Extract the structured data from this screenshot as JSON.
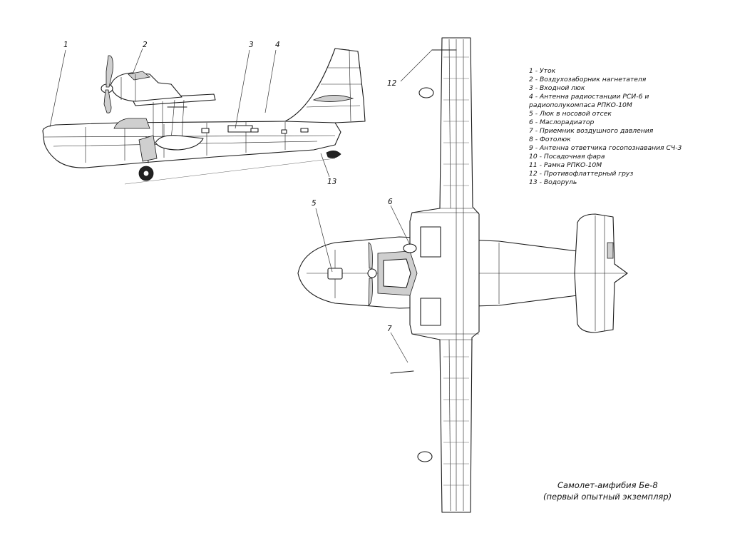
{
  "title": {
    "line1": "Самолет-амфибия Бе-8",
    "line2": "(первый опытный экземпляр)"
  },
  "legend": [
    "1 - Уток",
    "2 - Воздухозаборник нагнетателя",
    "3 - Входной люк",
    "4 - Антенна радиостанции РСИ-6 и",
    "радиополукомпаса РПКО-10М",
    "5 - Люк в носовой отсек",
    "6 - Маслорадиатор",
    "7 - Приемник воздушного давления",
    "8 - Фотолюк",
    "9 - Антенна ответчика госопознавания СЧ-3",
    "10 - Посадочная фара",
    "11 - Рамка РПКО-10М",
    "12 - Противофлаттерный груз",
    "13 - Водоруль"
  ],
  "callouts": {
    "c1": "1",
    "c2": "2",
    "c3": "3",
    "c4": "4",
    "c5": "5",
    "c6": "6",
    "c7": "7",
    "c12": "12",
    "c13": "13"
  }
}
